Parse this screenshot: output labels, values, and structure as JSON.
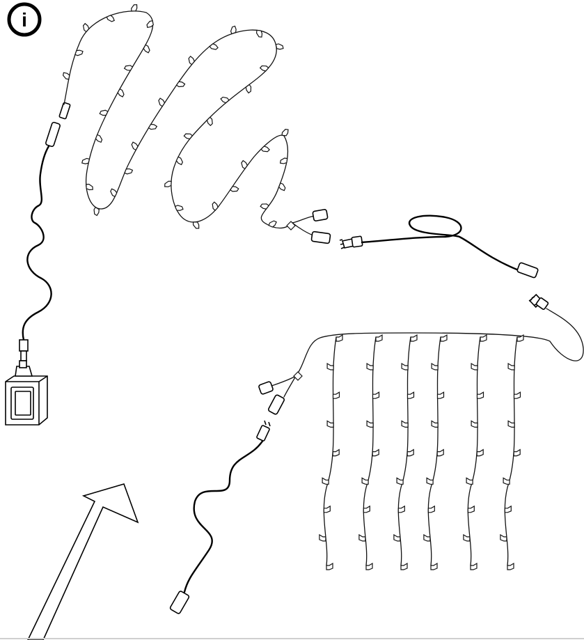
{
  "info_icon": {
    "name": "info-icon",
    "glyph": "i"
  },
  "colors": {
    "line": "#000000",
    "background": "#ffffff"
  },
  "components": [
    "power-adapter",
    "string-light-strand",
    "extension-cable",
    "curtain-light",
    "curtain-lead-cable"
  ],
  "curtain": {
    "drops": 6
  },
  "arrow": {
    "direction": "up-right"
  }
}
